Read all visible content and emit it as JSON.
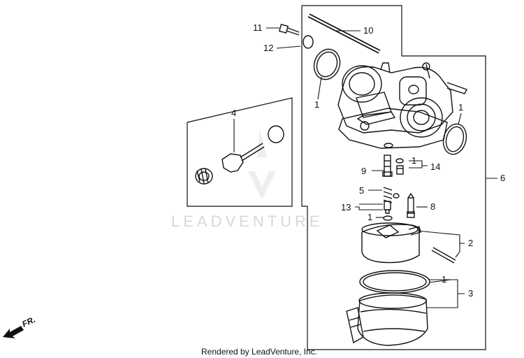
{
  "callouts": {
    "c11": "11",
    "c10": "10",
    "c12": "12",
    "c1_top": "1",
    "c4": "4",
    "c1_right": "1",
    "c9": "9",
    "c1_jet": "1",
    "c14": "14",
    "c6": "6",
    "c5": "5",
    "c8": "8",
    "c13": "13",
    "c1_small": "1",
    "c2": "2",
    "c1_bowl": "1",
    "c3": "3"
  },
  "watermark": "LEADVENTURE",
  "credit": "Rendered by LeadVenture, Inc.",
  "direction_label": "FR.",
  "colors": {
    "line": "#111111",
    "watermark": "#d8d8d8",
    "background": "#ffffff"
  }
}
